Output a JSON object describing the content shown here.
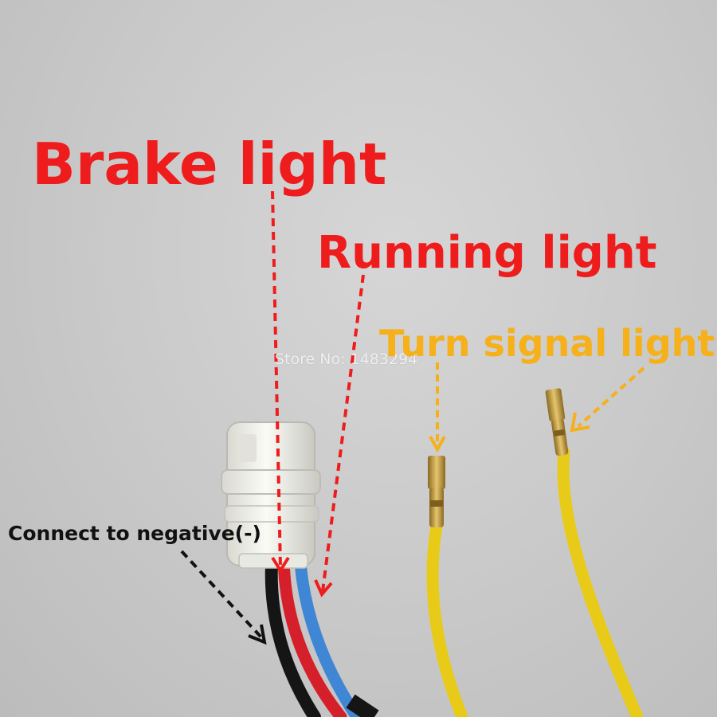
{
  "labels": {
    "brake": "Brake light",
    "running": "Running light",
    "turn_signal": "Turn signal light",
    "negative": "Connect to negative(-)"
  },
  "watermark": "Store No: 1483294",
  "colors": {
    "brake": "#ee1c1c",
    "running": "#ee1c1c",
    "turn_signal": "#f5b01a",
    "negative": "#111111",
    "yellow_wire": "#e8cb18",
    "red_wire": "#d51f2a",
    "blue_wire": "#3f86d4",
    "black_wire": "#151515",
    "connector": "#efefea",
    "terminal": "#c8a24a"
  },
  "icons": {
    "connector": "plug-connector-icon",
    "terminal": "spade-terminal-icon",
    "arrow": "dashed-arrow-icon"
  }
}
